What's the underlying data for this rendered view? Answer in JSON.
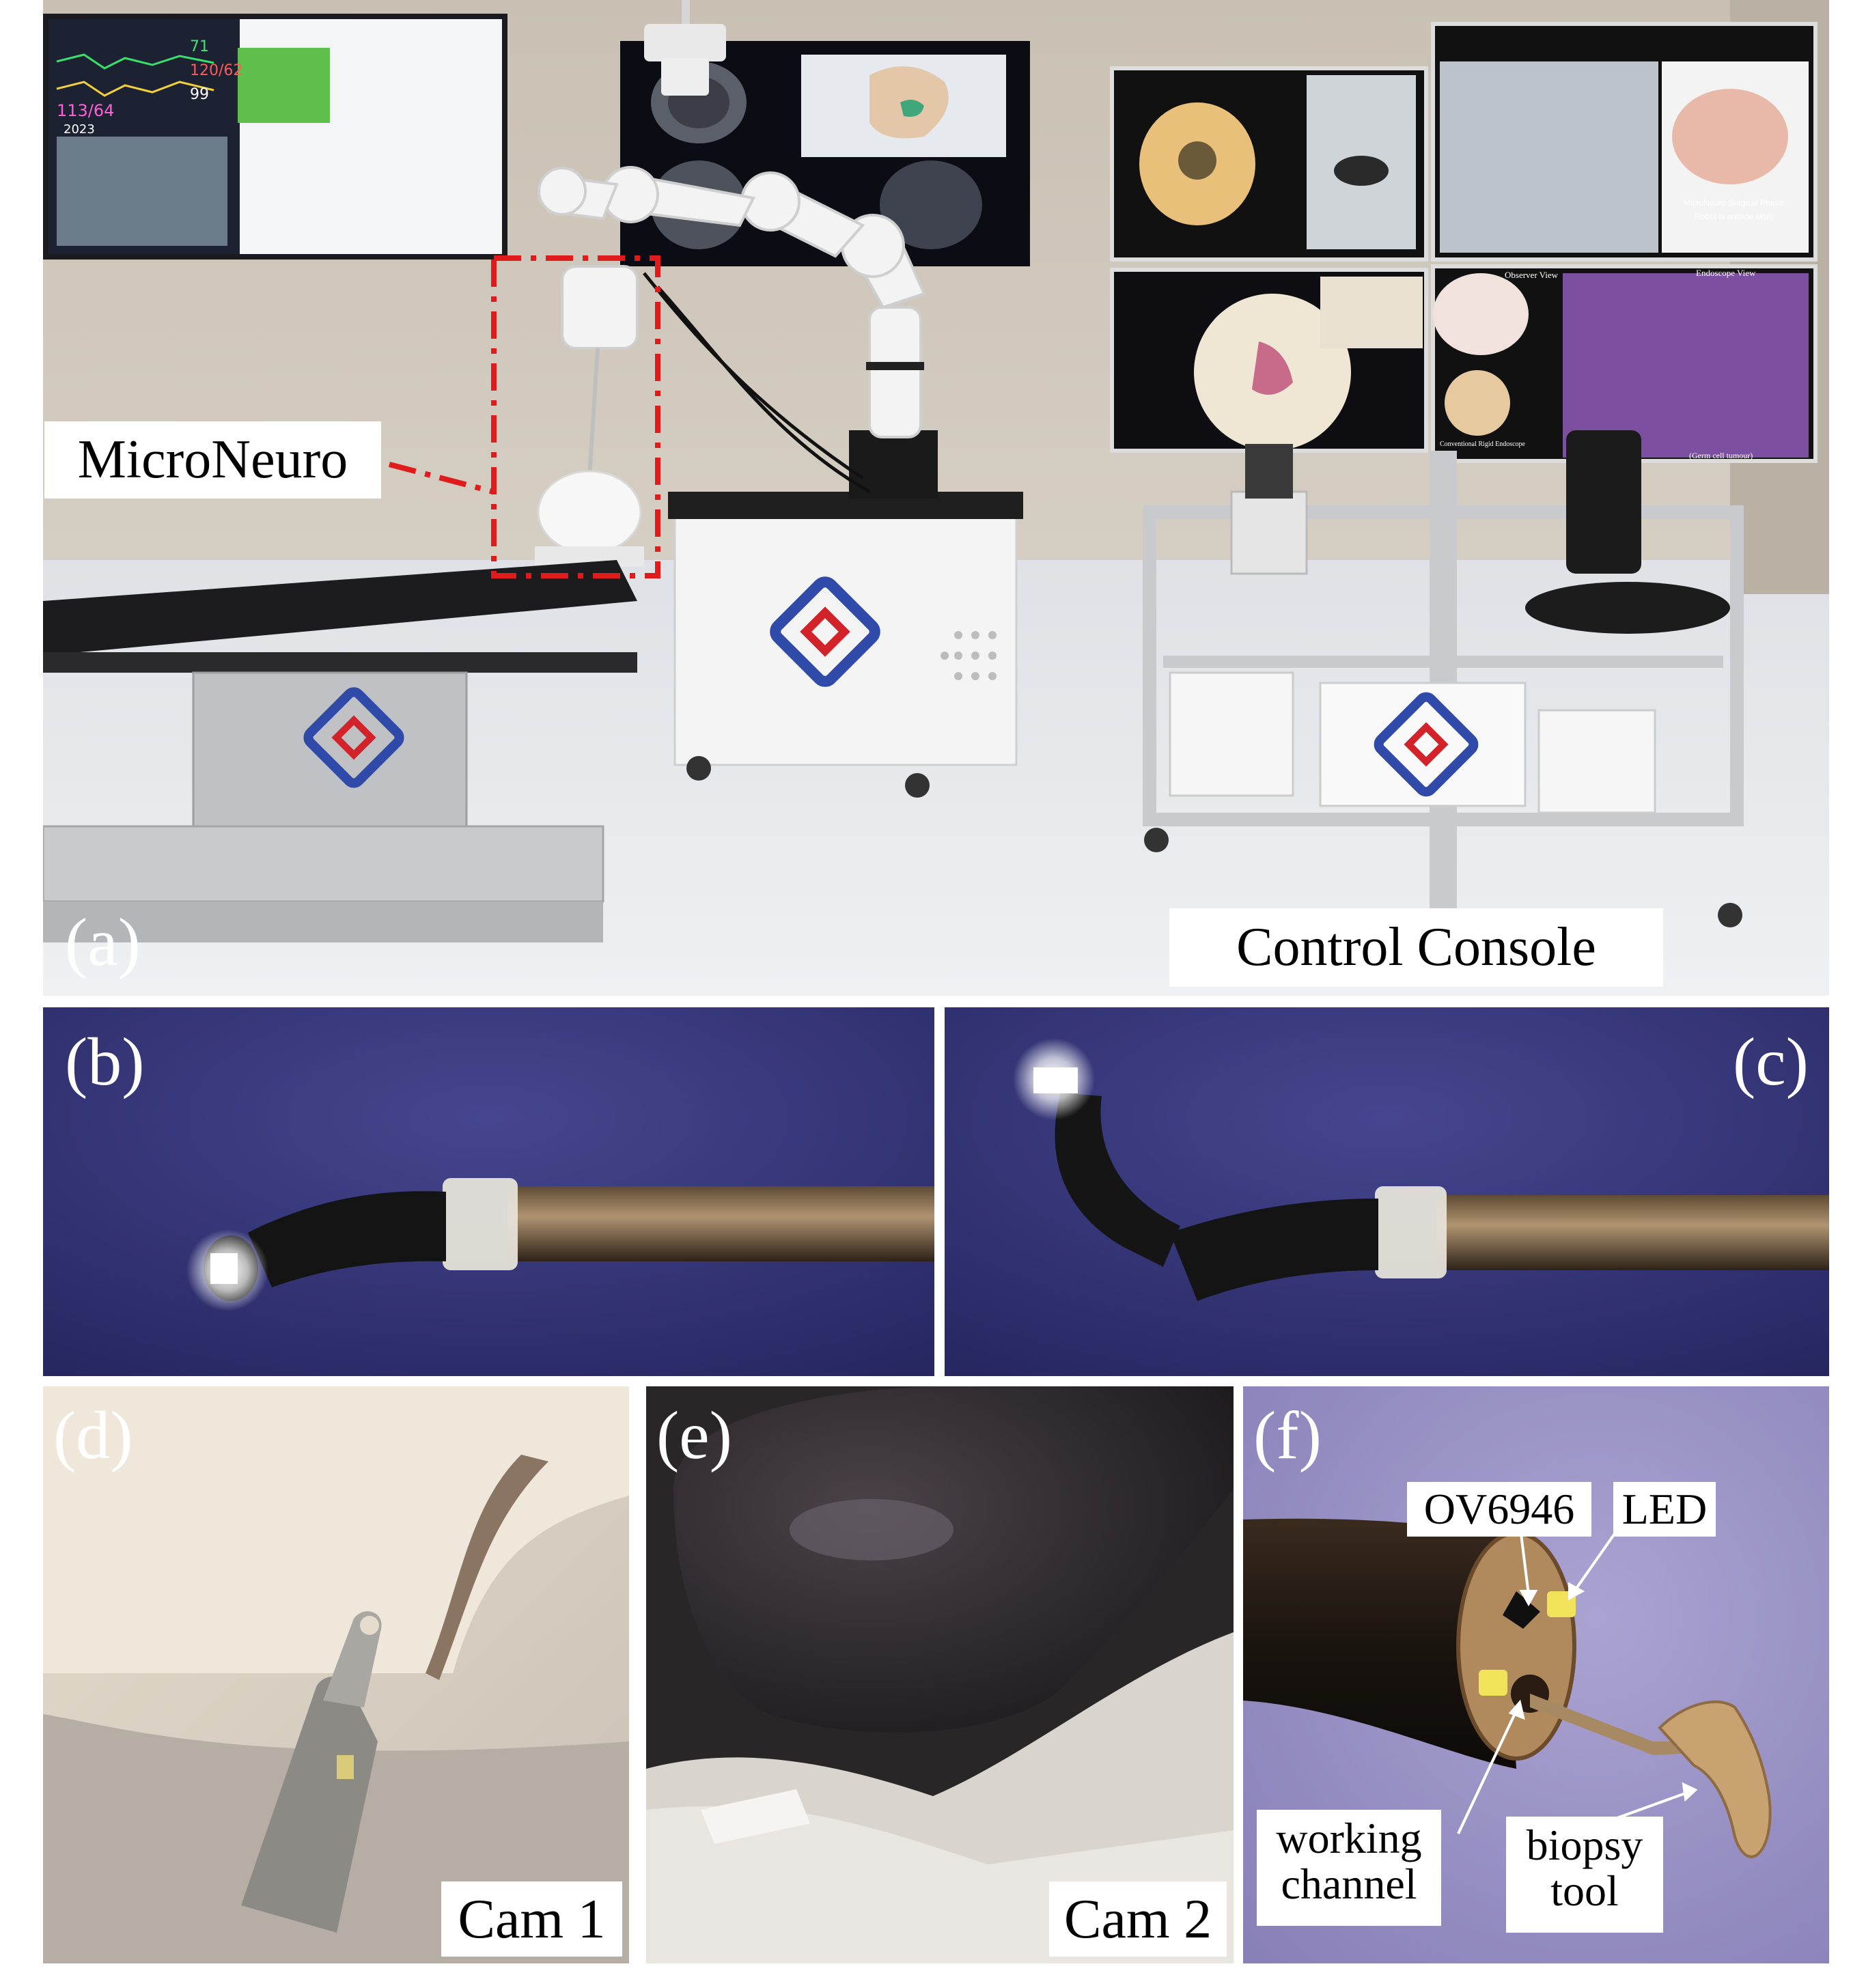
{
  "panels": {
    "a": {
      "letter": "(a)",
      "microneuro_label": "MicroNeuro",
      "console_label": "Control Console",
      "vitals": [
        "71",
        "120/62",
        "99",
        "113/64",
        "2023"
      ],
      "monitor_texts": [
        "MicroNeuro Surgical Phase",
        "Robot is outside skull",
        "Observer View",
        "Endoscope View",
        "Conventional Rigid Endoscope",
        "(Germ cell tumour)"
      ]
    },
    "b": {
      "letter": "(b)"
    },
    "c": {
      "letter": "(c)"
    },
    "d": {
      "letter": "(d)",
      "cam_label": "Cam 1"
    },
    "e": {
      "letter": "(e)",
      "cam_label": "Cam 2"
    },
    "f": {
      "letter": "(f)",
      "labels": {
        "sensor": "OV6946",
        "led": "LED",
        "channel_line1": "working",
        "channel_line2": "channel",
        "tool_line1": "biopsy",
        "tool_line2": "tool"
      }
    }
  },
  "colors": {
    "highlight_box": "#e01b1b",
    "studio_backdrop": "#2f2f7a",
    "tool_backdrop": "#9b93c6",
    "logo_blue": "#2f4aa8",
    "logo_red": "#d2232a"
  },
  "icons": [
    "surgical-robot-arm",
    "operating-table",
    "control-console",
    "brand-logo",
    "endoscope-tip",
    "led-light"
  ]
}
